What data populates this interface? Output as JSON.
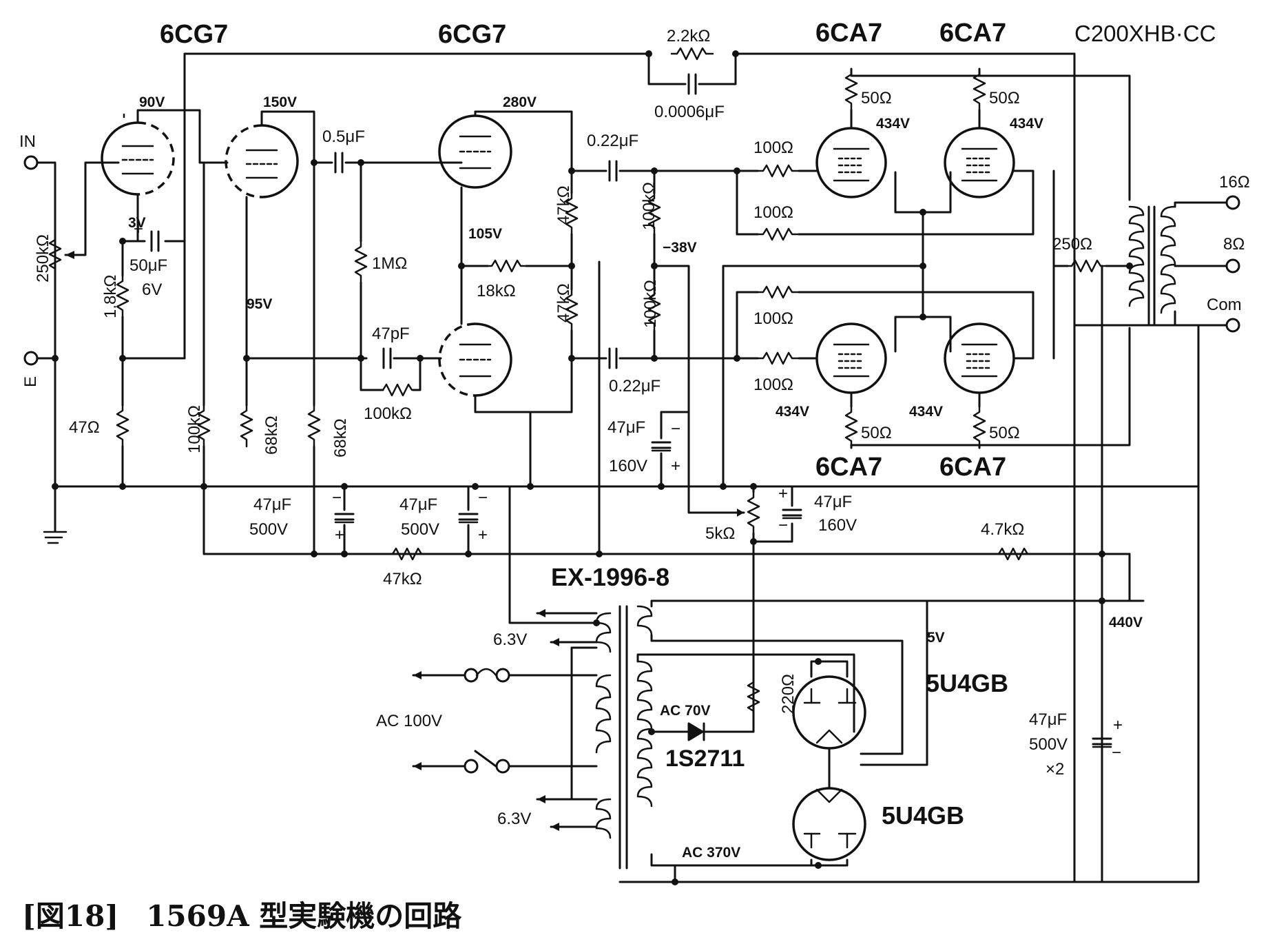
{
  "tubes": {
    "v1": "6CG7",
    "v2": "6CG7",
    "out_top_left": "6CA7",
    "out_top_right": "6CA7",
    "out_bot_left": "6CA7",
    "out_bot_right": "6CA7",
    "rect_top": "5U4GB",
    "rect_bot": "5U4GB"
  },
  "output_transformer": "C200XHB·CC",
  "power_transformer": "EX-1996-8",
  "diode": "1S2711",
  "terminals": {
    "in": "IN",
    "gnd": "E",
    "out16": "16Ω",
    "out8": "8Ω",
    "com": "Com"
  },
  "voltages": {
    "v90": "90V",
    "v150": "150V",
    "v280": "280V",
    "v3": "3V",
    "v6": "6V",
    "v105": "105V",
    "v95": "95V",
    "vneg38": "−38V",
    "v434a": "434V",
    "v434b": "434V",
    "v434c": "434V",
    "v434d": "434V",
    "v440": "440V",
    "v5": "5V",
    "heater1": "6.3V",
    "heater2": "6.3V",
    "ac100": "AC 100V",
    "ac70": "AC 70V",
    "ac370": "AC 370V"
  },
  "components": {
    "fb_r": "2.2kΩ",
    "fb_c": "0.0006μF",
    "c_coupling1": "0.5μF",
    "c_coupling2": "0.22μF",
    "c_coupling3": "0.22μF",
    "r_vol": "250kΩ",
    "c_cath": "50μF",
    "r_1k8": "1.8kΩ",
    "r_47": "47Ω",
    "r_100k_a": "100kΩ",
    "r_68k_a": "68kΩ",
    "r_68k_b": "68kΩ",
    "r_1M": "1MΩ",
    "c_47p": "47pF",
    "r_100k_b": "100kΩ",
    "r_18k": "18kΩ",
    "r_47k_a": "47kΩ",
    "r_47k_b": "47kΩ",
    "r_100k_c": "100kΩ",
    "r_100k_d": "100kΩ",
    "r_100_a": "100Ω",
    "r_100_b": "100Ω",
    "r_100_c": "100Ω",
    "r_100_d": "100Ω",
    "r_50_a": "50Ω",
    "r_50_b": "50Ω",
    "r_50_c": "50Ω",
    "r_50_d": "50Ω",
    "r_250": "250Ω",
    "c_47u_160_a": "47μF",
    "c_160_a": "160V",
    "c_47u_160_b": "47μF",
    "c_160_b": "160V",
    "c_47u_500_a": "47μF",
    "c_500_a": "500V",
    "c_47u_500_b": "47μF",
    "c_500_b": "500V",
    "r_47k_c": "47kΩ",
    "r_5k": "5kΩ",
    "r_4k7": "4.7kΩ",
    "r_220": "220Ω",
    "c_47u_500_c": "47μF",
    "c_500_c": "500V",
    "c_x2": "×2"
  },
  "caption": {
    "figure": "[図18]",
    "title": "1569A 型実験機の回路"
  }
}
